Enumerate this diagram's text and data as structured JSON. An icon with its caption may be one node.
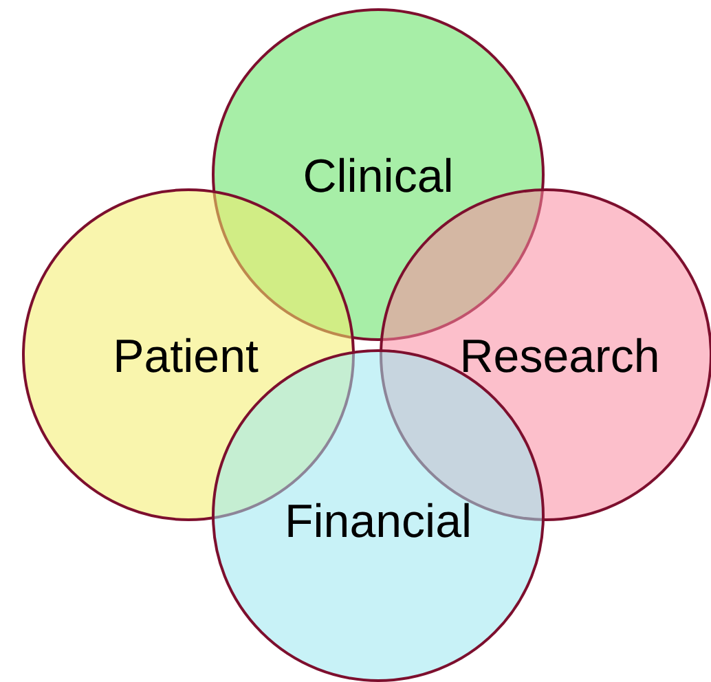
{
  "diagram": {
    "nodes": [
      {
        "text": [
          "Clinical"
        ]
      },
      {
        "text": [
          "Patient"
        ]
      },
      {
        "text": [
          "Research"
        ]
      },
      {
        "text": [
          "Financial"
        ]
      }
    ]
  }
}
